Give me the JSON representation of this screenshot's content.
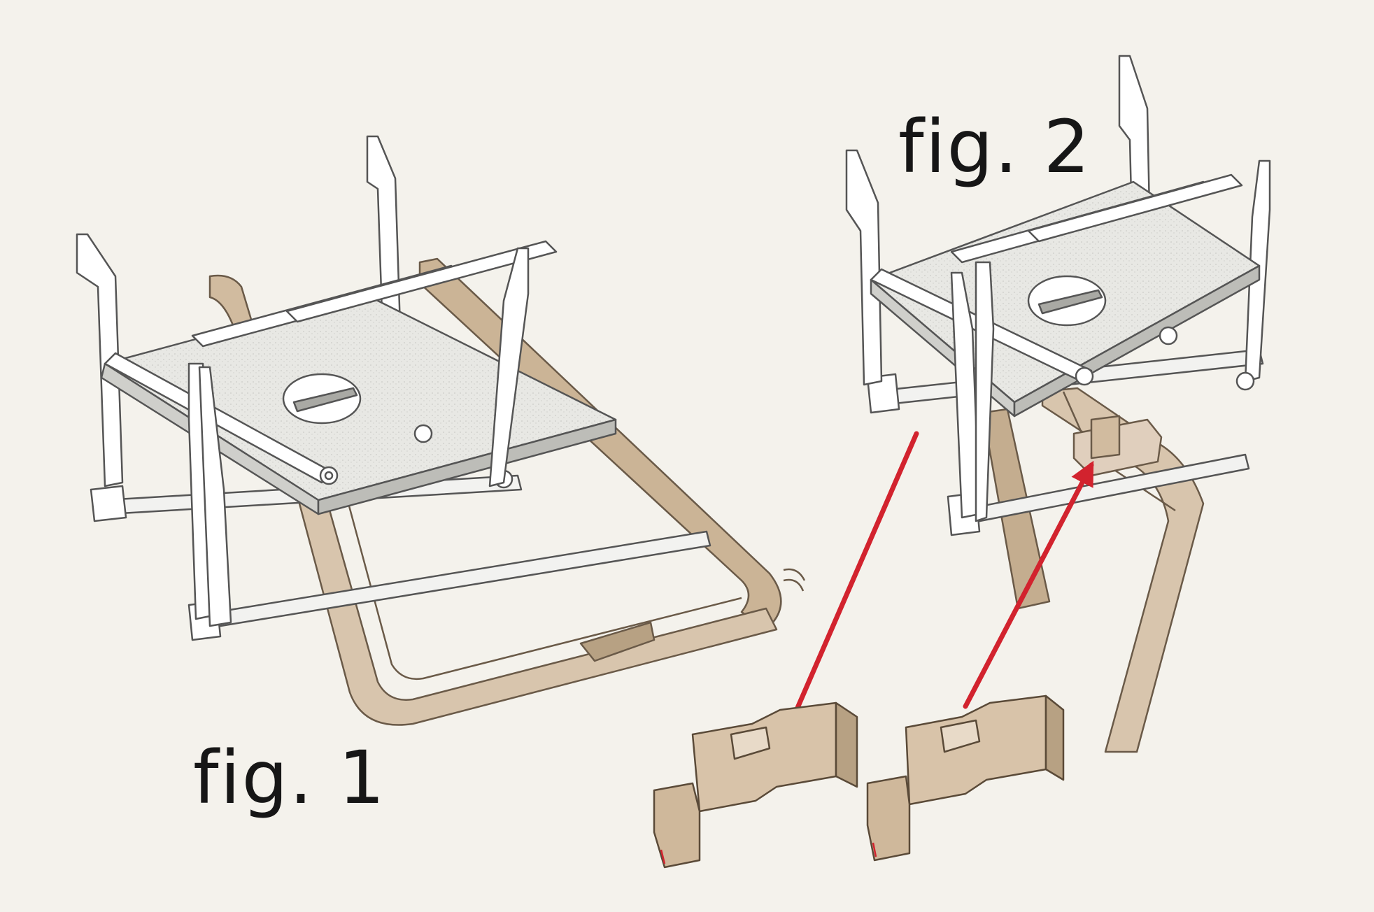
{
  "figures": [
    {
      "id": "fig1",
      "label": "fig. 1"
    },
    {
      "id": "fig2",
      "label": "fig. 2"
    }
  ],
  "colors": {
    "background": "#f4f2ec",
    "platform_fill": "#e6e6e2",
    "frame_fill": "#ffffff",
    "outline": "#555555",
    "wood_light": "#e0cfbd",
    "wood_mid": "#d1bb9f",
    "wood_dark": "#b7a183",
    "arrow_red": "#d2232e"
  }
}
